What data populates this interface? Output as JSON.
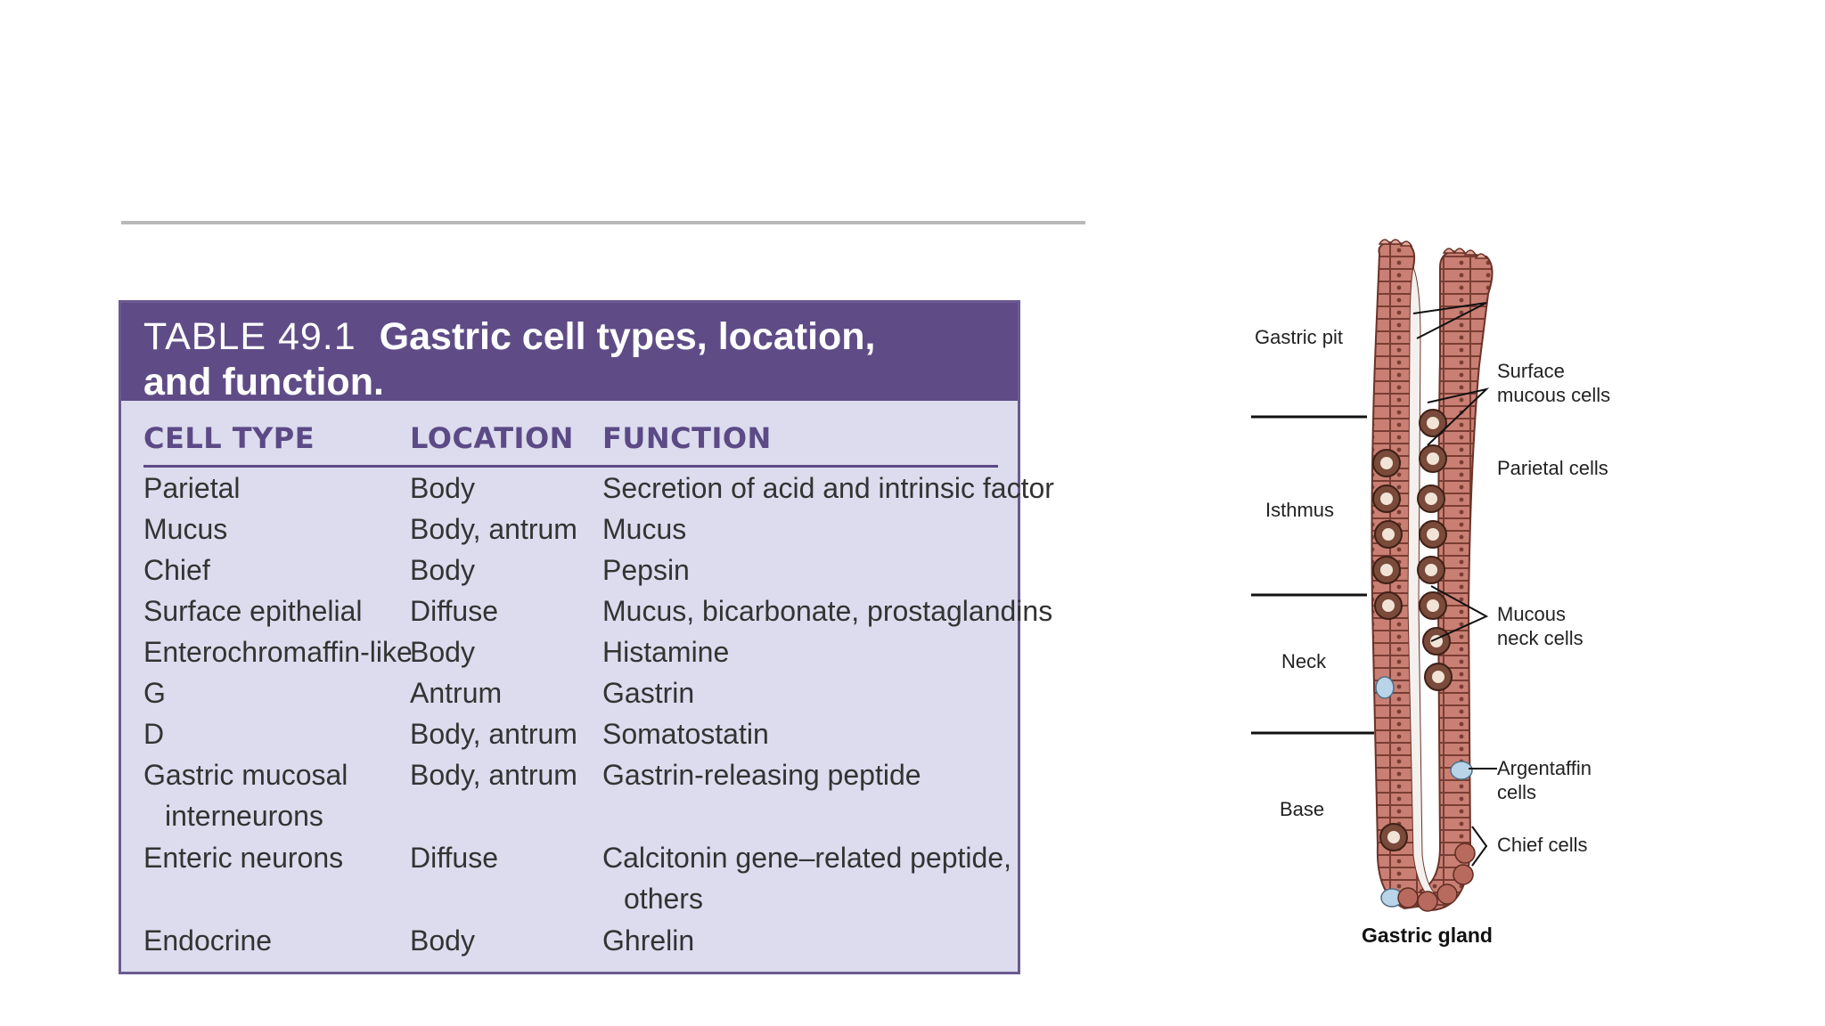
{
  "table": {
    "number": "TABLE 49.1",
    "title_line1": "Gastric cell types, location,",
    "title_line2": "and function.",
    "headers": [
      "CELL TYPE",
      "LOCATION",
      "FUNCTION"
    ],
    "rows": [
      {
        "cell": "Parietal",
        "location": "Body",
        "function": "Secretion of acid and intrinsic factor"
      },
      {
        "cell": "Mucus",
        "location": "Body, antrum",
        "function": "Mucus"
      },
      {
        "cell": "Chief",
        "location": "Body",
        "function": "Pepsin"
      },
      {
        "cell": "Surface epithelial",
        "location": "Diffuse",
        "function": "Mucus, bicarbonate, prostaglandins"
      },
      {
        "cell": "Enterochromaffin-like",
        "location": "Body",
        "function": "Histamine"
      },
      {
        "cell": "G",
        "location": "Antrum",
        "function": "Gastrin"
      },
      {
        "cell": "D",
        "location": "Body, antrum",
        "function": "Somatostatin"
      },
      {
        "cell": "Gastric mucosal",
        "cell_cont": "interneurons",
        "location": "Body, antrum",
        "function": "Gastrin-releasing peptide"
      },
      {
        "cell": "Enteric neurons",
        "location": "Diffuse",
        "function": "Calcitonin gene–related peptide,",
        "function_cont": "others"
      },
      {
        "cell": "Endocrine",
        "location": "Body",
        "function": "Ghrelin"
      }
    ]
  },
  "diagram": {
    "regions": [
      "Gastric pit",
      "Isthmus",
      "Neck",
      "Base"
    ],
    "callouts": {
      "surface_1": "Surface",
      "surface_2": "mucous cells",
      "parietal": "Parietal cells",
      "mucous_neck_1": "Mucous",
      "mucous_neck_2": "neck cells",
      "argentaffin_1": "Argentaffin",
      "argentaffin_2": "cells",
      "chief": "Chief cells"
    },
    "caption": "Gastric gland",
    "colors": {
      "cell": "#c97f73",
      "cell_dark": "#8a4a3e",
      "granule": "#b9d4e8"
    }
  }
}
